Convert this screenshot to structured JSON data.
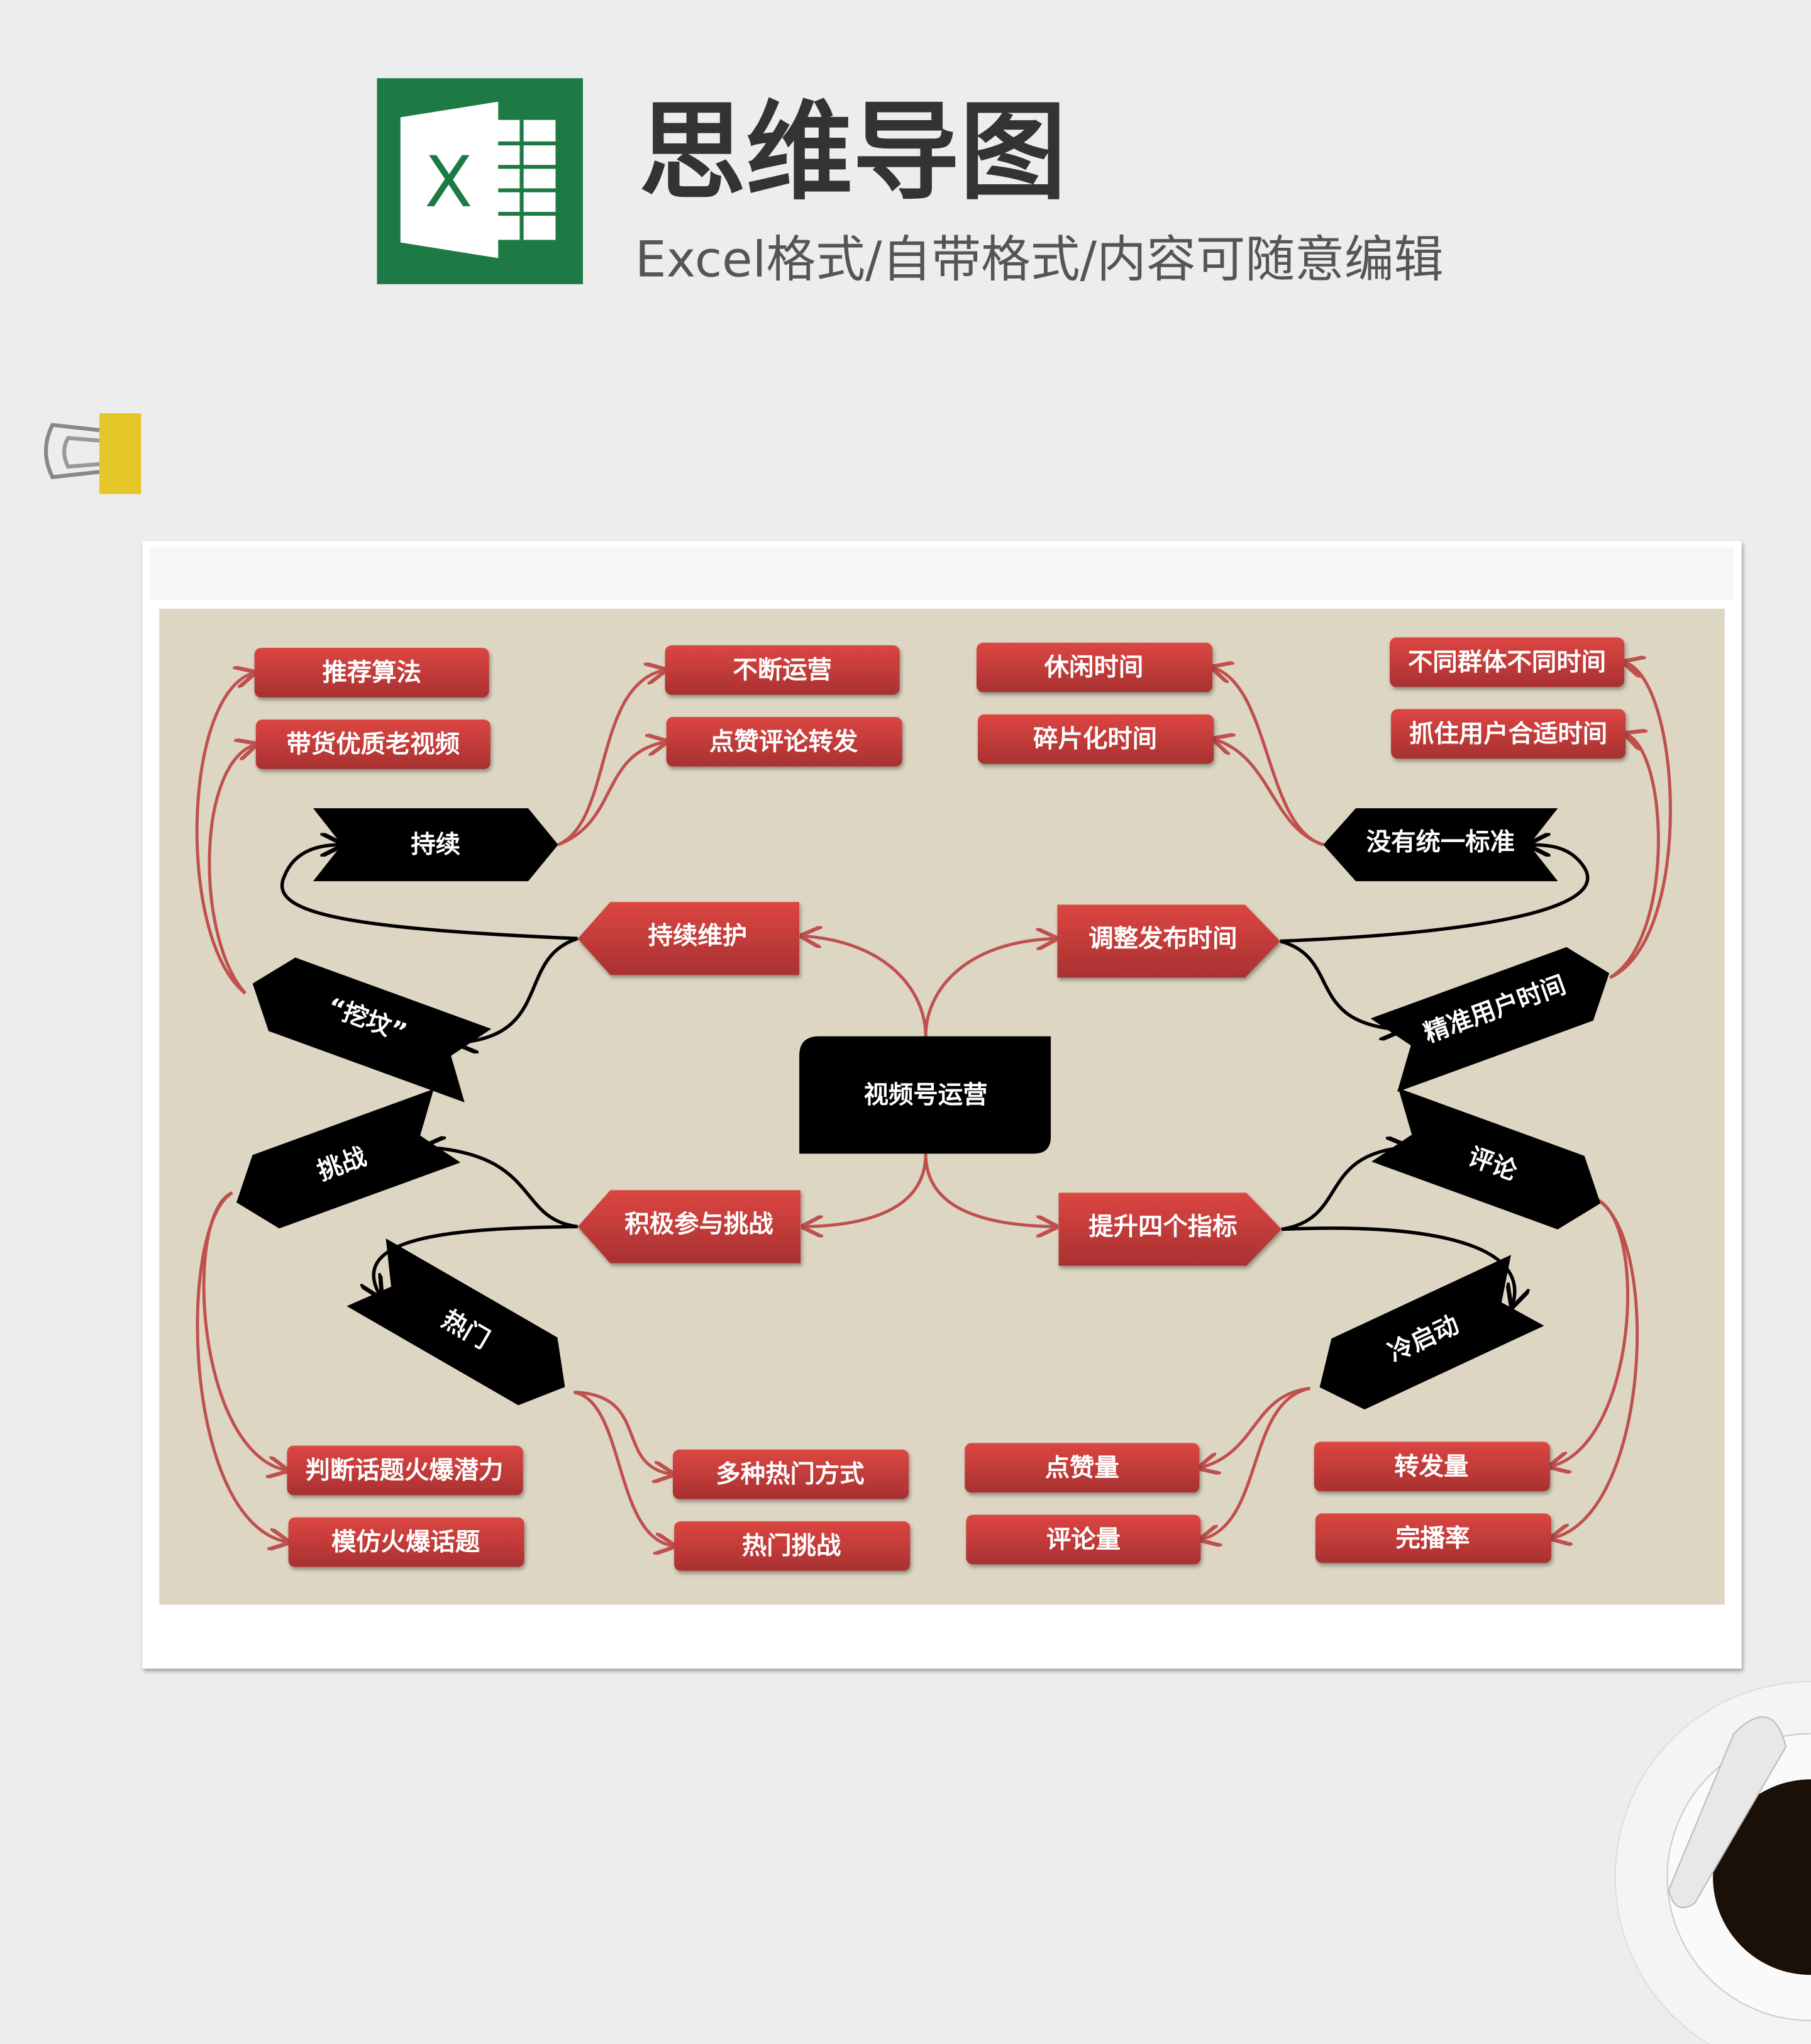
{
  "header": {
    "title": "思维导图",
    "subtitle": "Excel格式/自带格式/内容可随意编辑",
    "logo_letter": "X"
  },
  "colors": {
    "excel_green": "#1e7a45",
    "canvas": "#ddd6c3",
    "node_red": "#c9403c",
    "node_black": "#000000",
    "line_red": "#c0504d"
  },
  "mindmap": {
    "center": "视频号运营",
    "branches": {
      "maintain": "持续维护",
      "schedule": "调整发布时间",
      "challenge": "积极参与挑战",
      "metrics": "提升四个指标"
    },
    "subs": {
      "continue": "持续",
      "dig": "“挖坟”",
      "no_standard": "没有统一标准",
      "precise": "精准用户时间",
      "challenge": "挑战",
      "hot": "热门",
      "comment": "评论",
      "cold_start": "冷启动"
    },
    "leaves": {
      "l1": "推荐算法",
      "l2": "带货优质老视频",
      "l3": "不断运营",
      "l4": "点赞评论转发",
      "l5": "休闲时间",
      "l6": "碎片化时间",
      "l7": "不同群体不同时间",
      "l8": "抓住用户合适时间",
      "l9": "判断话题火爆潜力",
      "l10": "模仿火爆话题",
      "l11": "多种热门方式",
      "l12": "热门挑战",
      "l13": "点赞量",
      "l14": "评论量",
      "l15": "转发量",
      "l16": "完播率"
    }
  }
}
